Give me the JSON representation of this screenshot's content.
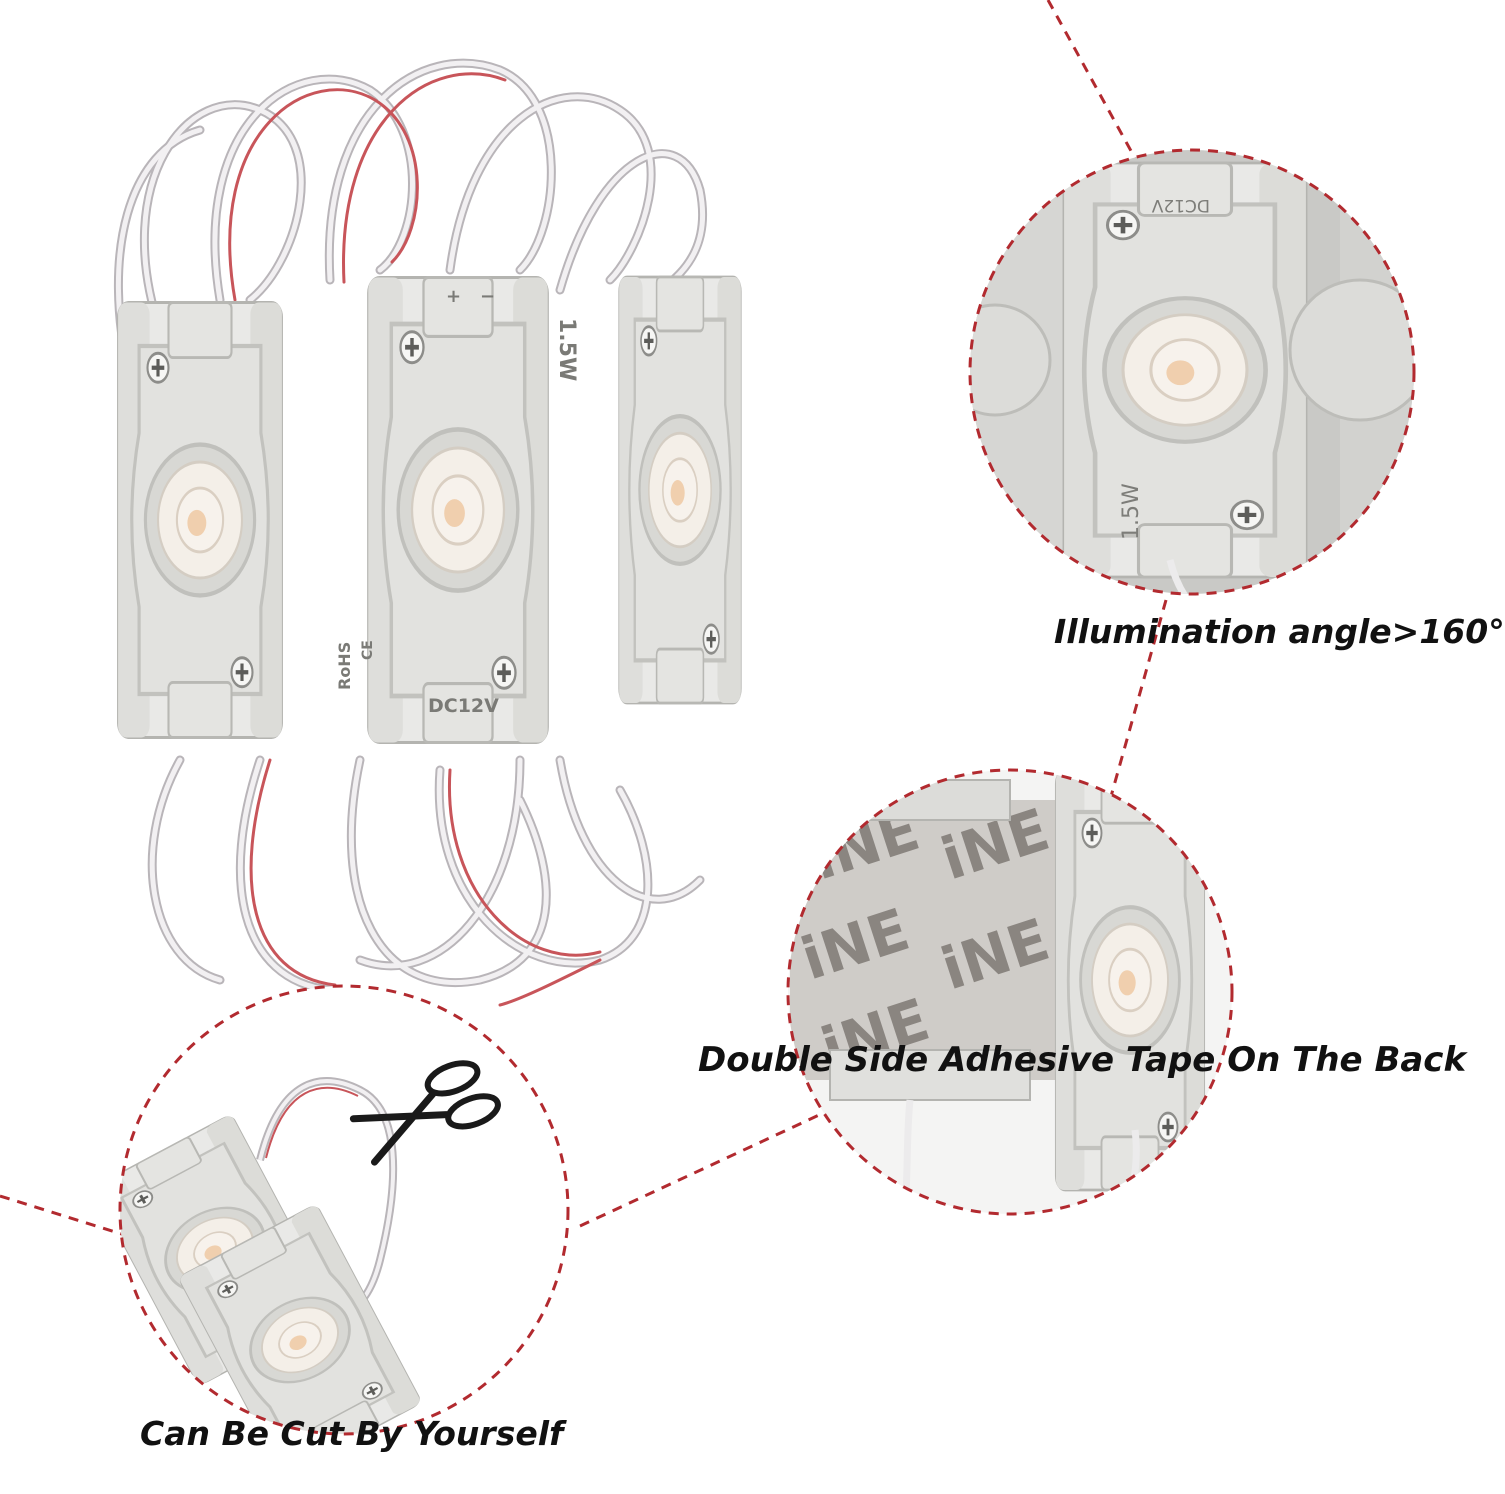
{
  "colors": {
    "dash": "#b22a2f",
    "module_body": "#e9e9e7",
    "module_shade": "#cfcfcc",
    "module_edge": "#a9a9a6",
    "lens": "#f4efe8",
    "lens_core": "#f0cfae",
    "wire_white": "#f2f0f2",
    "wire_red": "#c8555a",
    "tape_bg": "#cfccc8",
    "tape_text": "#8a8580",
    "caption": "#111111"
  },
  "icons": [
    "scissors-icon",
    "screw-icon",
    "ce-mark-icon"
  ],
  "module_labels": {
    "power": "1.5W",
    "voltage": "DC12V",
    "cert": "RoHS",
    "ce": "CE",
    "plus": "+",
    "minus": "−"
  },
  "tape_brand": "iNE",
  "captions": {
    "illumination": "Illumination angle>160°",
    "tape": "Double Side Adhesive Tape On The Back",
    "cut": "Can Be Cut By Yourself"
  }
}
